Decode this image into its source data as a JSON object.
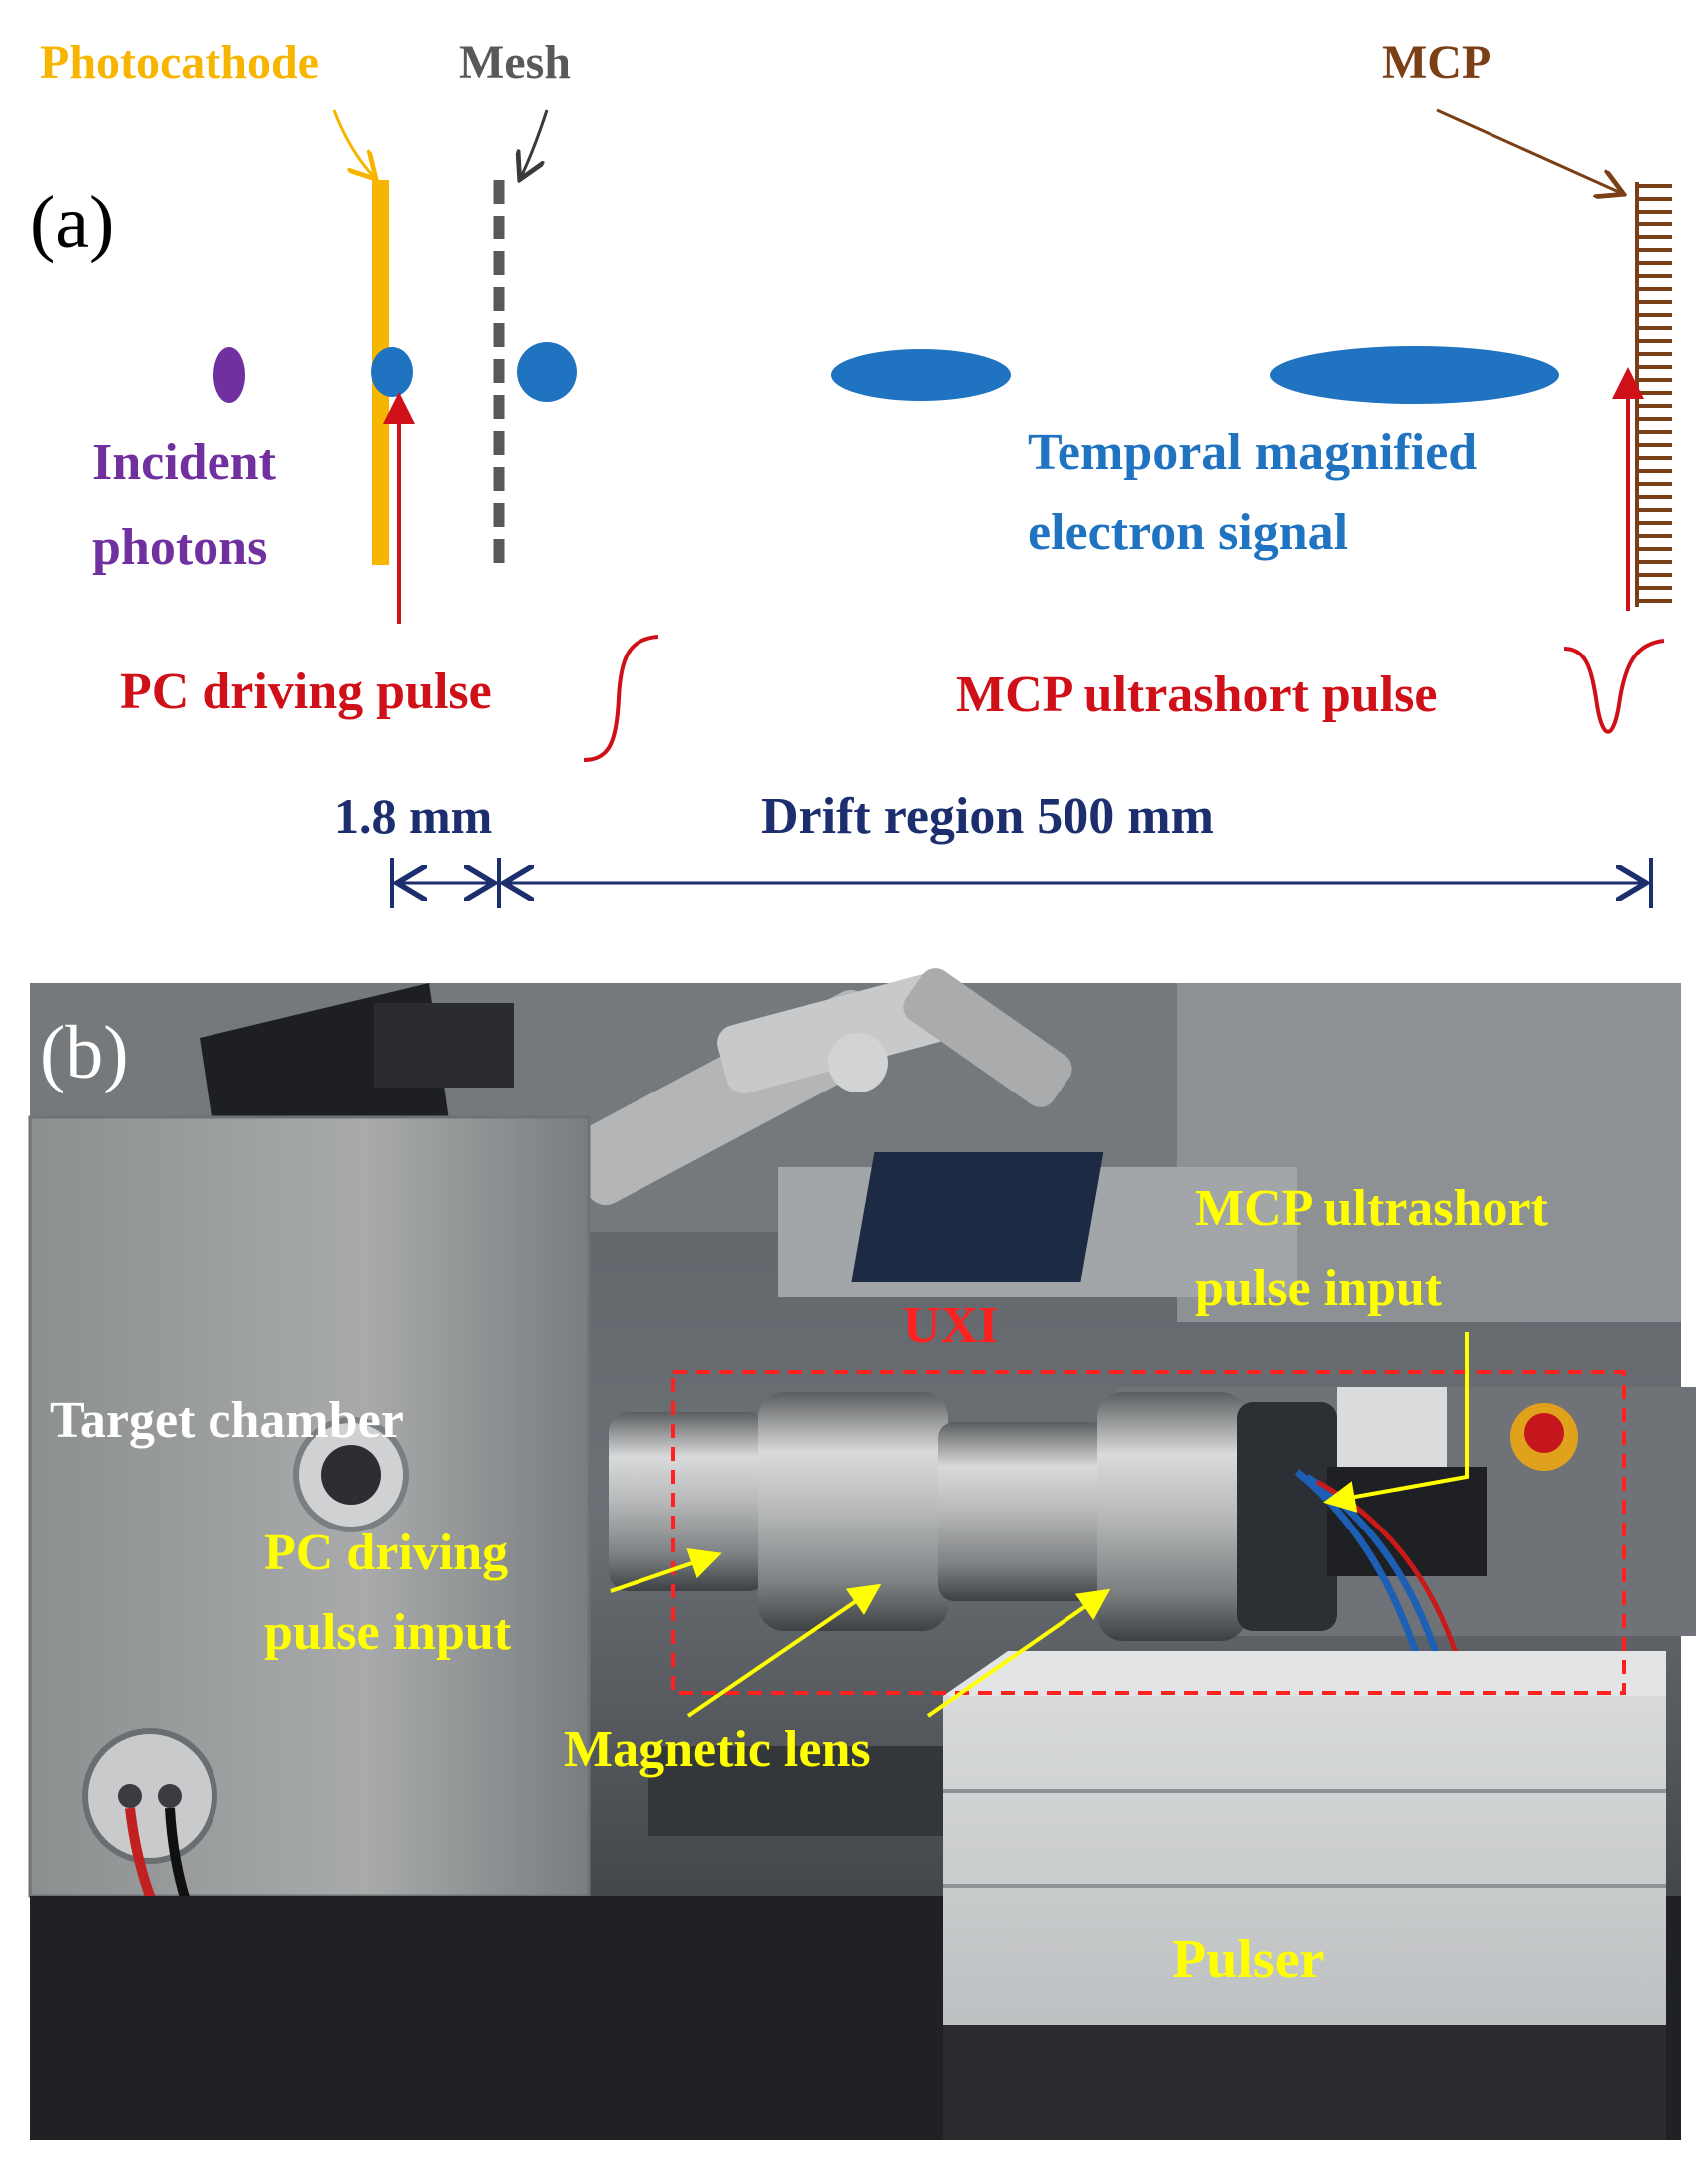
{
  "panel_a": {
    "label": "(a)",
    "photocathode_label": "Photocathode",
    "mesh_label": "Mesh",
    "mcp_label": "MCP",
    "incident_label_1": "Incident",
    "incident_label_2": "photons",
    "temporal_label_1": "Temporal magnified",
    "temporal_label_2": "electron signal",
    "pc_pulse_label": "PC driving pulse",
    "mcp_pulse_label": "MCP ultrashort pulse",
    "gap_label": "1.8 mm",
    "drift_label": "Drift region 500 mm"
  },
  "panel_b": {
    "label": "(b)",
    "target_chamber": "Target chamber",
    "uxi": "UXI",
    "mcp_input_1": "MCP ultrashort",
    "mcp_input_2": "pulse input",
    "pc_input_1": "PC driving",
    "pc_input_2": "pulse input",
    "magnetic_lens": "Magnetic lens",
    "pulser": "Pulser"
  },
  "colors": {
    "photocathode": "#F7B500",
    "mesh": "#595959",
    "mcp": "#7B3F16",
    "photon": "#7030A0",
    "electron": "#1F73C0",
    "pulse": "#D01018",
    "dimension": "#1C2E6E",
    "annotation_yellow": "#FFFF00",
    "annotation_red": "#FF2020"
  }
}
